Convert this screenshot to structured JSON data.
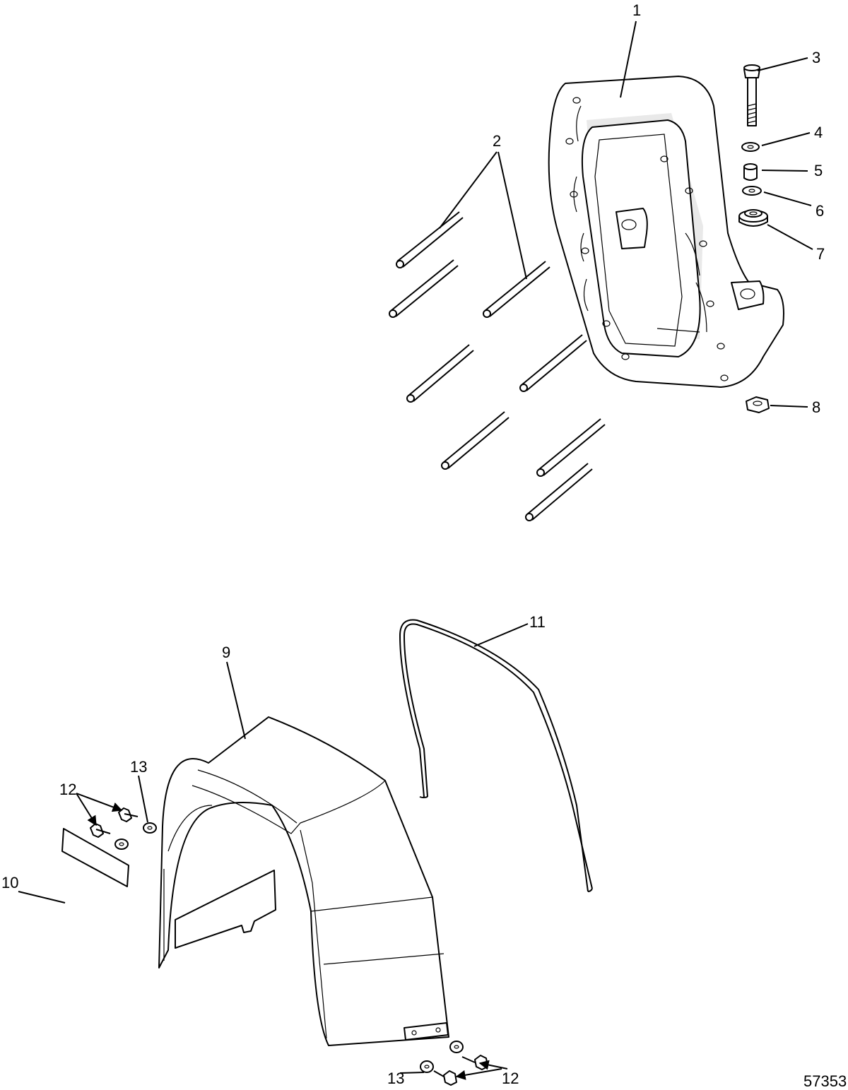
{
  "figure_id": "57353",
  "callouts": {
    "c1": "1",
    "c2": "2",
    "c3": "3",
    "c4": "4",
    "c5": "5",
    "c6": "6",
    "c7": "7",
    "c8": "8",
    "c9": "9",
    "c10": "10",
    "c11": "11",
    "c12a": "12",
    "c12b": "12",
    "c13a": "13",
    "c13b": "13"
  }
}
